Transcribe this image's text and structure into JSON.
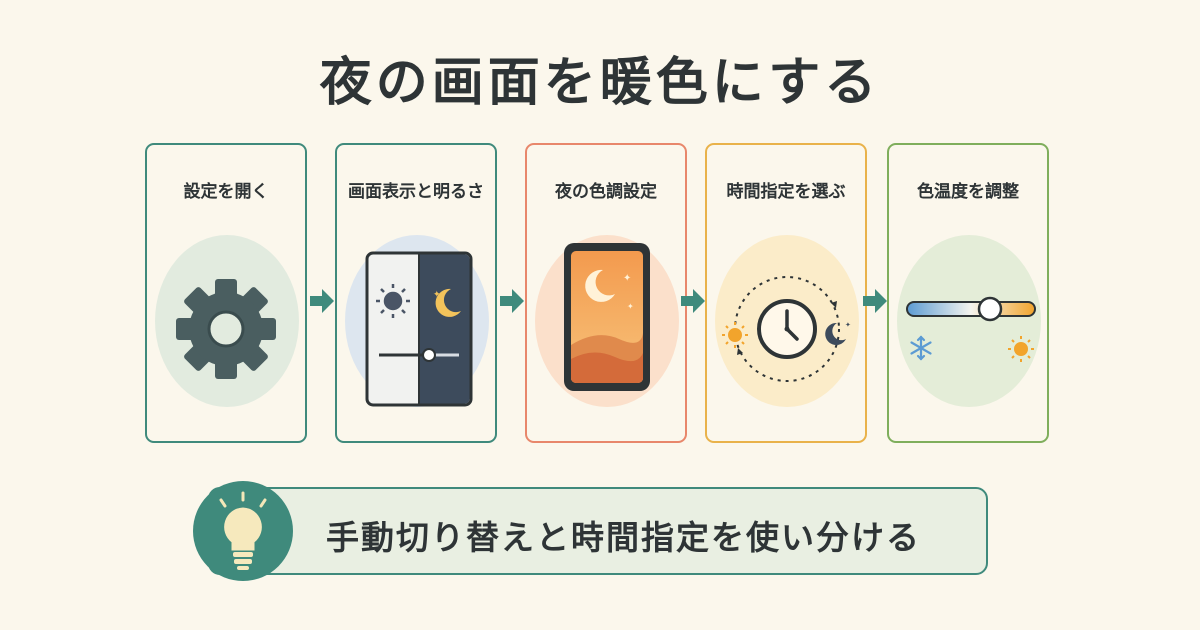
{
  "title": "夜の画面を暖色にする",
  "steps": [
    {
      "label": "設定を開く",
      "icon": "gear-icon",
      "border": "#3f8a7c",
      "blob": "#e2ebdf"
    },
    {
      "label": "画面表示と明るさ",
      "icon": "brightness-split-icon",
      "border": "#3f8a7c",
      "blob": "#dde6ef"
    },
    {
      "label": "夜の色調設定",
      "icon": "phone-night-icon",
      "border": "#e8876b",
      "blob": "#fbe0cb"
    },
    {
      "label": "時間指定を選ぶ",
      "icon": "clock-schedule-icon",
      "border": "#e9b24a",
      "blob": "#fbecc9"
    },
    {
      "label": "色温度を調整",
      "icon": "color-temperature-slider-icon",
      "border": "#7fae5c",
      "blob": "#e4edd8"
    }
  ],
  "tip": {
    "text": "手動切り替えと時間指定を使い分ける",
    "icon": "lightbulb-icon"
  },
  "colors": {
    "teal": "#3f8a7c",
    "background": "#fbf7ec"
  }
}
